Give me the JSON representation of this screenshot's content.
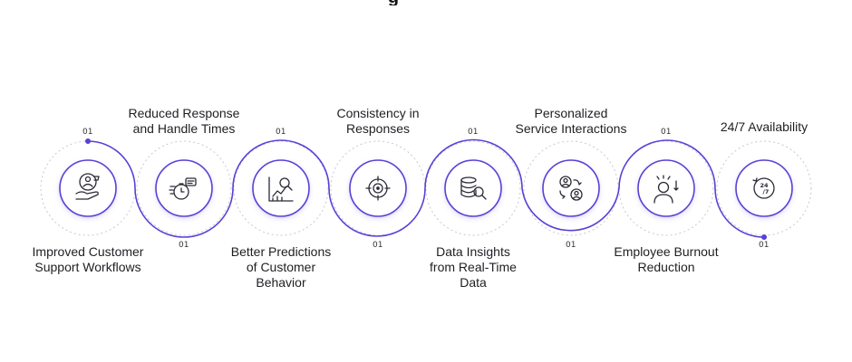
{
  "title_fragment": "g",
  "accent_color": "#5b3fd6",
  "stages": [
    {
      "label_line1": "Improved Customer",
      "label_line2": "Support Workflows",
      "label_line3": "",
      "number": "01",
      "icon": "customer-support-icon"
    },
    {
      "label_line1": "Reduced Response",
      "label_line2": "and Handle Times",
      "label_line3": "",
      "number": "01",
      "icon": "stopwatch-chat-icon"
    },
    {
      "label_line1": "Better Predictions",
      "label_line2": "of Customer",
      "label_line3": "Behavior",
      "number": "01",
      "icon": "analytics-chart-icon"
    },
    {
      "label_line1": "Consistency in",
      "label_line2": "Responses",
      "label_line3": "",
      "number": "01",
      "icon": "target-icon"
    },
    {
      "label_line1": "Data Insights",
      "label_line2": "from Real-Time",
      "label_line3": "Data",
      "number": "01",
      "icon": "database-search-icon"
    },
    {
      "label_line1": "Personalized",
      "label_line2": "Service Interactions",
      "label_line3": "",
      "number": "01",
      "icon": "personalized-users-icon"
    },
    {
      "label_line1": "Employee Burnout",
      "label_line2": "Reduction",
      "label_line3": "",
      "number": "01",
      "icon": "stressed-person-icon"
    },
    {
      "label_line1": "24/7 Availability",
      "label_line2": "",
      "label_line3": "",
      "number": "01",
      "icon": "clock-24-7-icon"
    }
  ]
}
